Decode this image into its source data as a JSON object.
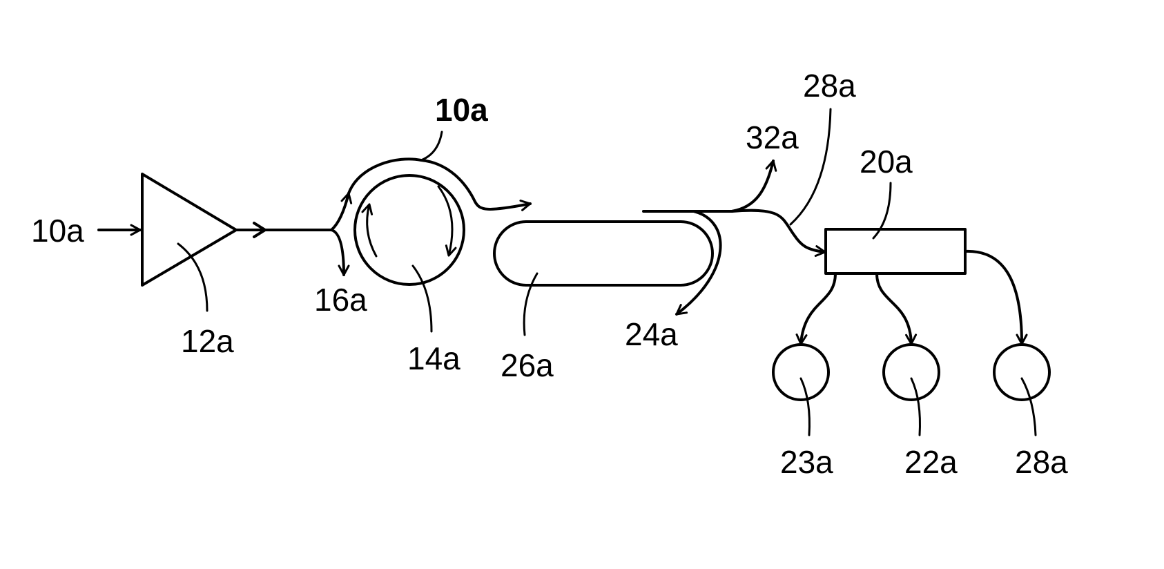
{
  "labels": {
    "input": "10a",
    "amplifier": "12a",
    "circulator_loop": "10a",
    "circulator": "14a",
    "tap": "16a",
    "fiber_loop": "26a",
    "return": "24a",
    "branch": "32a",
    "fiber_out": "28a",
    "box": "20a",
    "detector_1": "23a",
    "detector_2": "22a",
    "detector_3": "28a"
  }
}
